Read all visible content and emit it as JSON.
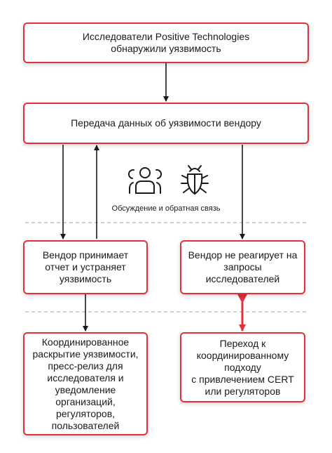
{
  "nodes": {
    "research": "Исследователи Positive Technologies\nобнаружили уязвимость",
    "transfer": "Передача данных об уязвимости вендору",
    "vendor_fixes": "Вендор принимает\nотчет и устраняет\nуязвимость",
    "vendor_ignores": "Вендор не реагирует на\nзапросы\nисследователей",
    "coordinated_disclosure": "Координированное\nраскрытие уязвимости,\nпресс-релиз для\nисследователя и\nуведомление\nорганизаций,\nрегуляторов,\nпользователей",
    "cert_approach": "Переход к\nкоординированному\nподходу\nс привлечением CERT\nили регуляторов"
  },
  "feedback_label": "Обсуждение и обратная связь",
  "icons": [
    "users-icon",
    "bug-icon"
  ],
  "colors": {
    "accent": "#e0323a",
    "line": "#1a1a1a",
    "divider": "#9fb6c8"
  }
}
